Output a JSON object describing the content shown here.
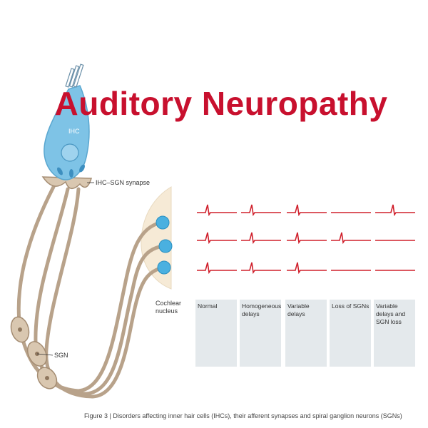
{
  "title": "Auditory Neuropathy",
  "labels": {
    "ihc": "IHC",
    "synapse": "IHC–SGN synapse",
    "sgn": "SGN",
    "cochlear_nucleus": "Cochlear nucleus"
  },
  "conditions": [
    {
      "label": "Normal",
      "response": "normal"
    },
    {
      "label": "Homogeneous delays",
      "response": "normal"
    },
    {
      "label": "Variable delays",
      "response": "small"
    },
    {
      "label": "Loss of SGNs",
      "response": "tiny"
    },
    {
      "label": "Variable delays and SGN loss",
      "response": "flat"
    }
  ],
  "spike_rows": [
    [
      "spike",
      "spike",
      "spike",
      "flat",
      "spike"
    ],
    [
      "spike",
      "spike",
      "spike",
      "spike",
      "flat"
    ],
    [
      "spike",
      "spike",
      "spike",
      "flat",
      "flat"
    ]
  ],
  "caption": "Figure 3 | Disorders affecting inner hair cells (IHCs), their afferent synapses and spiral ganglion neurons (SGNs)",
  "colors": {
    "title": "#c8102e",
    "trace": "#d0202c",
    "panel_bg": "#e4e9ec",
    "cell_blue": "#7ec3e6",
    "fiber": "#b8a28a",
    "nucleus_bg": "#f6ead6"
  }
}
